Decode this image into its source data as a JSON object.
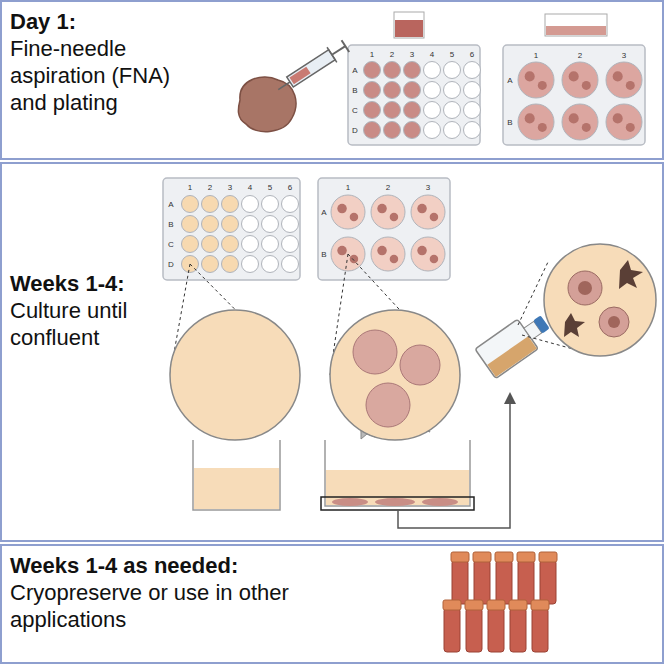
{
  "diagram": {
    "nodes": [
      {
        "text": [
          "Day 1:",
          "Fine-needle aspiration (FNA) and plating"
        ]
      },
      {
        "text": [
          "Weeks 1-4:",
          "Culture until confluent"
        ]
      },
      {
        "text": [
          "Weeks 1-4 as needed:",
          "Cryopreserve or use in other applications"
        ]
      }
    ],
    "labels": [
      "1",
      "2",
      "3",
      "4",
      "5",
      "6",
      "A",
      "B",
      "C",
      "D",
      "1",
      "2",
      "3",
      "A",
      "B",
      "1",
      "2",
      "3",
      "4",
      "5",
      "6",
      "A",
      "B",
      "C",
      "D",
      "1",
      "2",
      "3",
      "A",
      "B"
    ]
  }
}
